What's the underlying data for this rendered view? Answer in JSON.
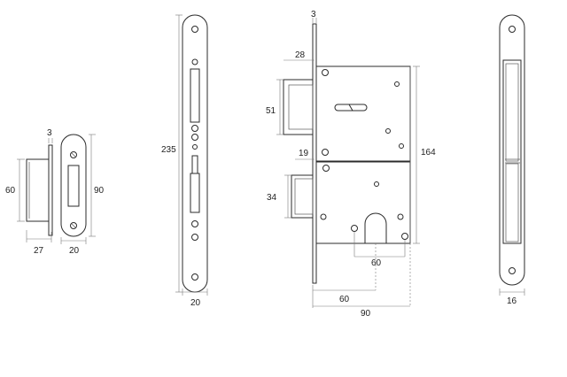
{
  "labels": {
    "strike_thickness": "3",
    "strike_height": "60",
    "strike_depth": "27",
    "strike_width": "20",
    "strike_plate_height": "90",
    "faceplate_height": "235",
    "faceplate_width": "20",
    "face_thickness": "3",
    "hook_offset": "28",
    "hook_height": "51",
    "hook_to_body": "19",
    "latch_height": "34",
    "case_height": "164",
    "cylinder_spacing": "60",
    "backset": "60",
    "case_depth": "90",
    "side_width": "16"
  }
}
